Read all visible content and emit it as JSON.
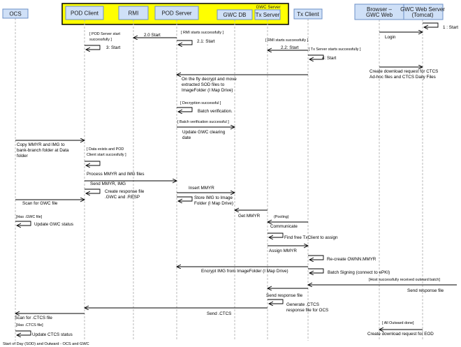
{
  "group_label": "GWC Server",
  "actors": [
    {
      "id": "ocs",
      "label": "OCS"
    },
    {
      "id": "pod_client",
      "label": "POD Client"
    },
    {
      "id": "rmi",
      "label": "RMI"
    },
    {
      "id": "pod_server",
      "label": "POD Server"
    },
    {
      "id": "gwc_db",
      "label": "GWC DB"
    },
    {
      "id": "tx_server",
      "label": "Tx Server"
    },
    {
      "id": "tx_client",
      "label": "Tx Client"
    },
    {
      "id": "browser",
      "label": "Browser –\nGWC Web"
    },
    {
      "id": "web_server",
      "label": "GWC Web Server\n(Tomcat)"
    }
  ],
  "messages": [
    {
      "text": "1 : Start"
    },
    {
      "text": "2.0 Start"
    },
    {
      "text": "[ RMI starts successfully ]"
    },
    {
      "text": "[ RMI starts successfully ]"
    },
    {
      "text": "Login"
    },
    {
      "text": "[ POD Server start\nsuccessfully ]"
    },
    {
      "text": "2.1: Start"
    },
    {
      "text": "2.2: Start"
    },
    {
      "text": "[ Tx Server starts successfully ]"
    },
    {
      "text": "3: Start"
    },
    {
      "text": "4: Start"
    },
    {
      "text": "Create download request for CTCS\nAd-hoc files and CTCS Daily Files"
    },
    {
      "text": "On the fly decrypt and move\nextracted SOD files to\nImageFolder (I Map Drive)"
    },
    {
      "text": "[ Decryption successful ]"
    },
    {
      "text": "Batch verification."
    },
    {
      "text": "[ Batch verification successful ]"
    },
    {
      "text": "Update GWC clearing\ndate"
    },
    {
      "text": "Copy MMYR and IMG to\nbank-branch folder at Data\nfolder"
    },
    {
      "text": "[ Data exists and POD\nClient start succesfully ]"
    },
    {
      "text": "Process MMYR and IMG files"
    },
    {
      "text": "Send MMYR, IMG"
    },
    {
      "text": "Insert MMYR"
    },
    {
      "text": "Create response file\n.GWC and .RESP"
    },
    {
      "text": "Store IMG to Image\nFolder (I Map Drive)"
    },
    {
      "text": "Scan for GWC file"
    },
    {
      "text": "Get MMYR"
    },
    {
      "text": "(Pooling)"
    },
    {
      "text": "[Has .GWC file]"
    },
    {
      "text": "Update GWC status"
    },
    {
      "text": "Communicate"
    },
    {
      "text": "Find free TxClient to assign"
    },
    {
      "text": "Assign MMYR"
    },
    {
      "text": "Re-create OWNN.MMYR"
    },
    {
      "text": "Encrypt IMG from ImageFolder (I Map Drive)"
    },
    {
      "text": "Batch Signing (connect to ePKI)"
    },
    {
      "text": "[Host successfully received outward batch]"
    },
    {
      "text": "Send response file"
    },
    {
      "text": "Send response file"
    },
    {
      "text": "Generate .CTCS\nresponse file for OCS"
    },
    {
      "text": "Send .CTCS"
    },
    {
      "text": "Scan for .CTCS file"
    },
    {
      "text": "[ All Outward done]"
    },
    {
      "text": "[Has .CTCS file]"
    },
    {
      "text": "Create download request for EOD"
    },
    {
      "text": "Update CTCS status"
    }
  ],
  "footer": "Start of Day (SOD) and Outward - OCS and GWC"
}
